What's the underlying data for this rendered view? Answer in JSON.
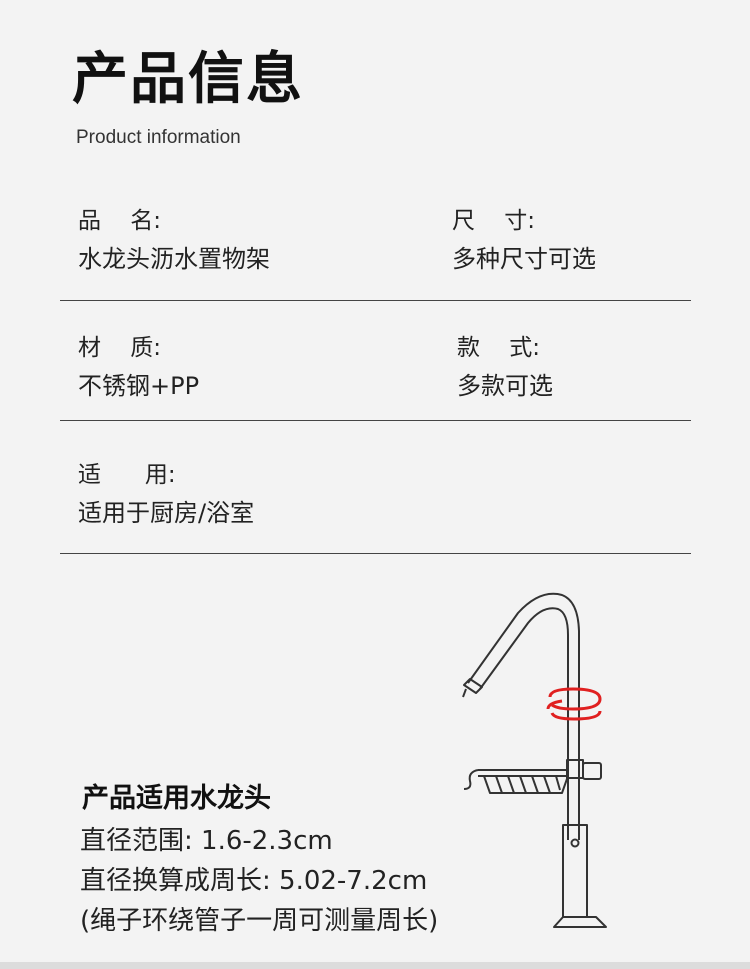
{
  "header": {
    "title": "产品信息",
    "subtitle": "Product information"
  },
  "specs": [
    {
      "label": "品    名:",
      "value": "水龙头沥水置物架"
    },
    {
      "label": "尺    寸:",
      "value": "多种尺寸可选"
    },
    {
      "label": "材    质:",
      "value": "不锈钢+PP"
    },
    {
      "label": "款    式:",
      "value": "多款可选"
    },
    {
      "label": "适      用:",
      "value": "适用于厨房/浴室"
    }
  ],
  "fit": {
    "title": "产品适用水龙头",
    "diameter_range": "直径范围: 1.6-2.3cm",
    "circumference": "直径换算成周长: 5.02-7.2cm",
    "note": "(绳子环绕管子一周可测量周长)"
  },
  "colors": {
    "accent_ring": "#e02020",
    "line": "#444444",
    "background": "#f3f3f3"
  }
}
